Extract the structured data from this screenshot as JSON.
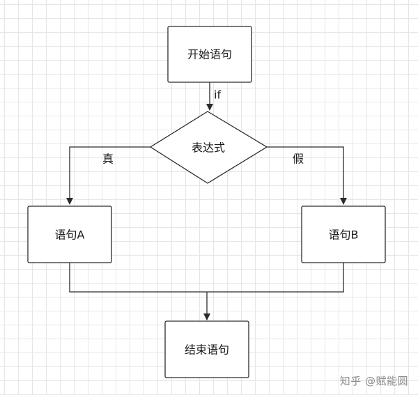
{
  "nodes": {
    "start": "开始语句",
    "condition": "表达式",
    "statement_a": "语句A",
    "statement_b": "语句B",
    "end": "结束语句"
  },
  "edges": {
    "start_to_condition": "if",
    "true_branch": "真",
    "false_branch": "假"
  },
  "watermark": "知乎 @赋能圆"
}
